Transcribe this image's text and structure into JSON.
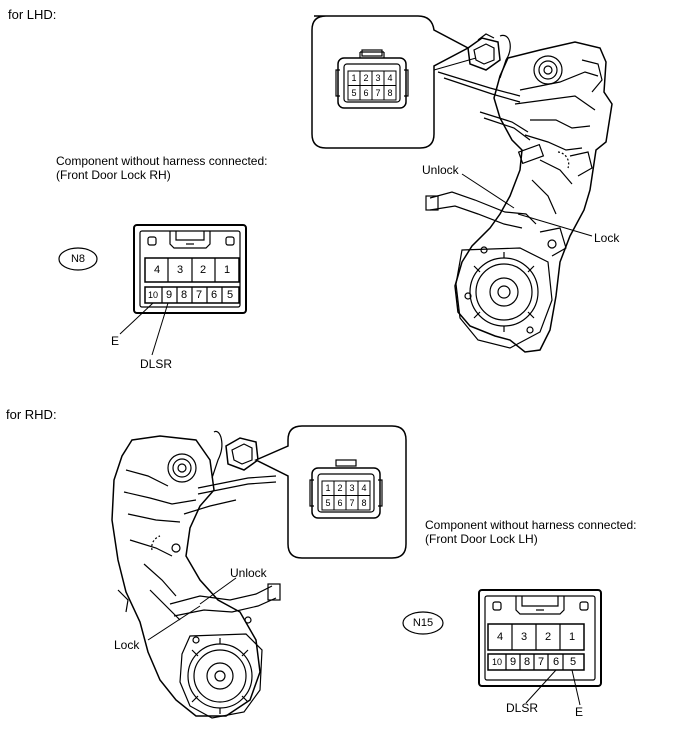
{
  "sections": {
    "lhd": {
      "heading": "for LHD:",
      "component_note": "Component without harness connected:",
      "component_name": "(Front Door Lock RH)",
      "connector_code": "N8",
      "top_pins": [
        "4",
        "3",
        "2",
        "1"
      ],
      "bottom_pins": [
        "10",
        "9",
        "8",
        "7",
        "6",
        "5"
      ],
      "label_unlock": "Unlock",
      "label_lock": "Lock",
      "label_e": "E",
      "label_dlsr": "DLSR",
      "inset_pins_top": [
        "1",
        "2",
        "3",
        "4"
      ],
      "inset_pins_bottom": [
        "5",
        "6",
        "7",
        "8"
      ]
    },
    "rhd": {
      "heading": "for RHD:",
      "component_note": "Component without harness connected:",
      "component_name": "(Front Door Lock LH)",
      "connector_code": "N15",
      "top_pins": [
        "4",
        "3",
        "2",
        "1"
      ],
      "bottom_pins": [
        "10",
        "9",
        "8",
        "7",
        "6",
        "5"
      ],
      "label_unlock": "Unlock",
      "label_lock": "Lock",
      "label_e": "E",
      "label_dlsr": "DLSR",
      "inset_pins_top": [
        "1",
        "2",
        "3",
        "4"
      ],
      "inset_pins_bottom": [
        "5",
        "6",
        "7",
        "8"
      ]
    }
  }
}
